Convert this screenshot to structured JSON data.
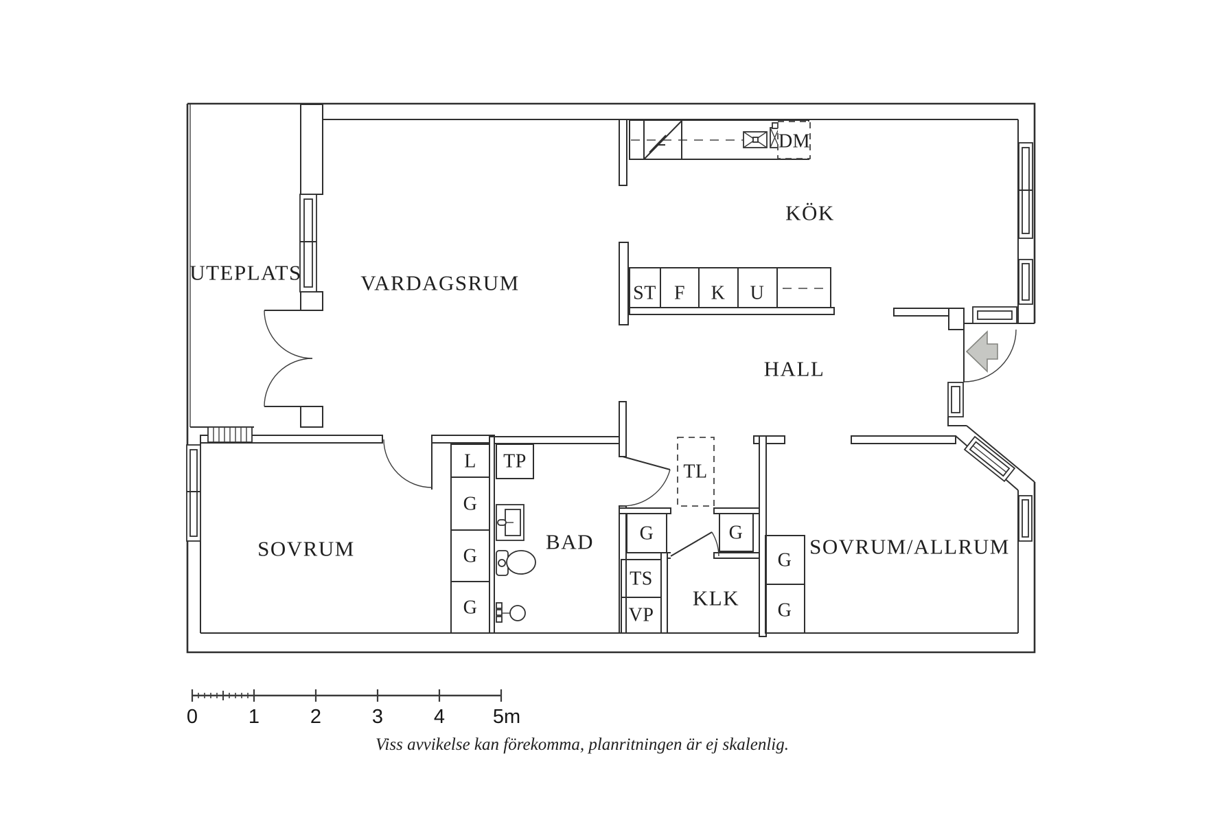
{
  "colors": {
    "background": "#ffffff",
    "line": "#2f2f2f",
    "entry_arrow_fill": "#c6c7c3",
    "entry_arrow_stroke": "#83847f",
    "text": "#1f1f1f"
  },
  "rooms": {
    "uteplats": "UTEPLATS",
    "vardagsrum": "VARDAGSRUM",
    "kok": "KÖK",
    "hall": "HALL",
    "sovrum": "SOVRUM",
    "bad": "BAD",
    "klk": "KLK",
    "sovrum_allrum": "SOVRUM/ALLRUM"
  },
  "fixtures": {
    "dm": "DM",
    "tl": "TL",
    "tp": "TP",
    "ts": "TS",
    "vp": "VP",
    "st": "ST",
    "f": "F",
    "k": "K",
    "u": "U",
    "l": "L",
    "g": "G"
  },
  "scalebar": {
    "labels": [
      "0",
      "1",
      "2",
      "3",
      "4",
      "5m"
    ]
  },
  "caption": "Viss avvikelse kan förekomma, planritningen är ej skalenlig."
}
